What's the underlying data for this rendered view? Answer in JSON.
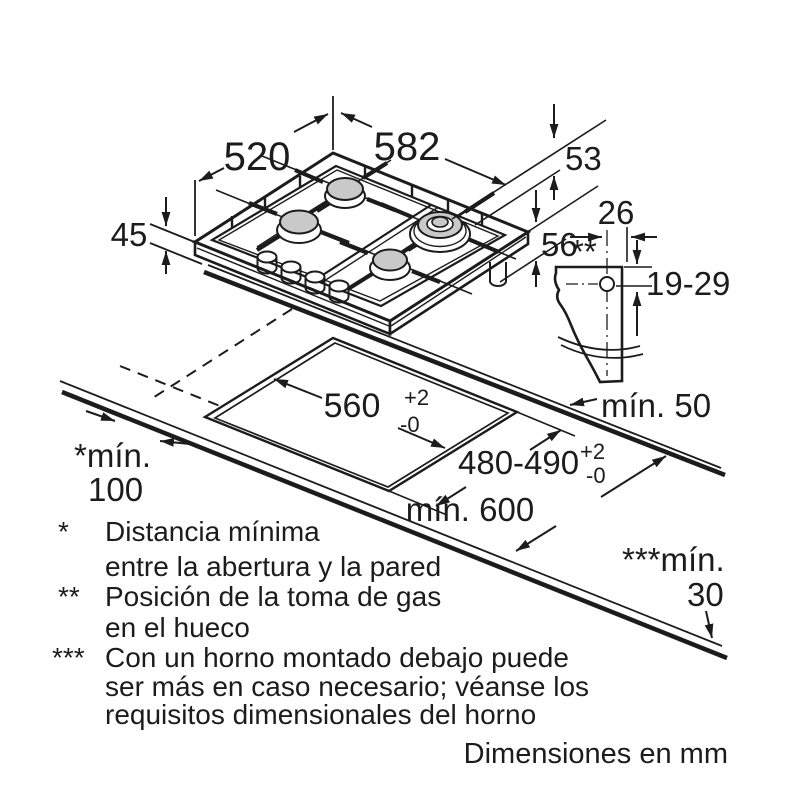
{
  "diagram": {
    "caption": "Dimensiones en mm",
    "dims": {
      "width": "582",
      "depth": "520",
      "height": "45",
      "burner_edge": "53",
      "below": "56",
      "gas_width": "26",
      "gas_marker": "**",
      "gas_range": "19-29",
      "wall_clearance": "mín. 50",
      "cutout_width": "560",
      "cutout_width_plus": "+2",
      "cutout_width_minus": "-0",
      "cutout_depth": "480-490",
      "cutout_depth_plus": "+2",
      "cutout_depth_minus": "-0",
      "wall_min_label": "*mín.",
      "wall_min_value": "100",
      "worktop_min": "mín. 600",
      "oven_min_label": "***mín.",
      "oven_min_value": "30"
    },
    "footnotes": [
      {
        "marker": "*",
        "line1": "Distancia mínima",
        "line2": "entre la abertura y la pared",
        "line3": ""
      },
      {
        "marker": "**",
        "line1": "Posición de la toma de gas",
        "line2": "en el hueco",
        "line3": ""
      },
      {
        "marker": "***",
        "line1": "Con un horno montado debajo puede",
        "line2": "ser más en caso necesario; véanse los",
        "line3": "requisitos dimensionales del horno"
      }
    ],
    "colors": {
      "line": "#1c1c1c",
      "burner_fill": "#c9c9c9",
      "background": "#ffffff"
    }
  }
}
